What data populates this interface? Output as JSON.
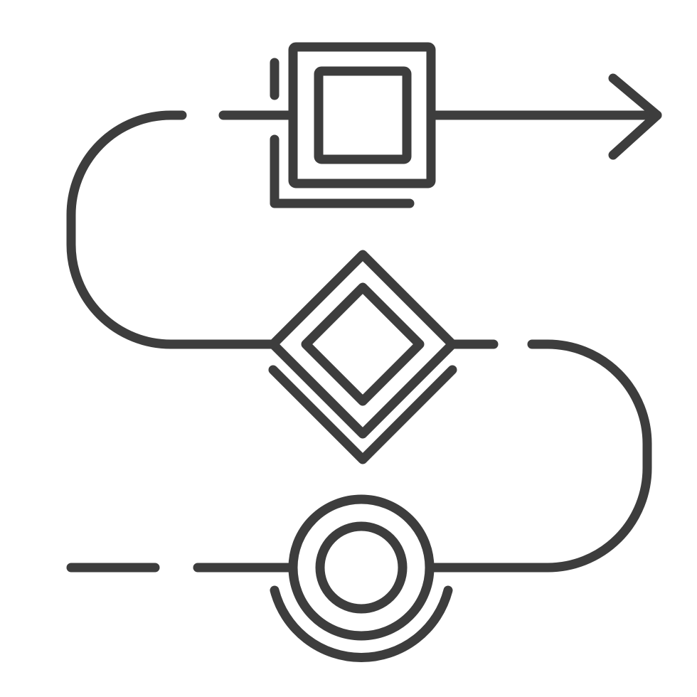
{
  "diagram": {
    "kind": "process-flow-icon",
    "style": "line-art",
    "colors": {
      "stroke": "#3d3d3d",
      "background": "#ffffff"
    },
    "nodes": [
      {
        "id": "start",
        "shape": "circle",
        "icon": "circle-start-icon"
      },
      {
        "id": "decision",
        "shape": "diamond",
        "icon": "diamond-decision-icon"
      },
      {
        "id": "process",
        "shape": "square",
        "icon": "square-process-icon"
      }
    ],
    "connector_style": "dashed-curved-path",
    "end_marker": "arrow-right-icon"
  }
}
